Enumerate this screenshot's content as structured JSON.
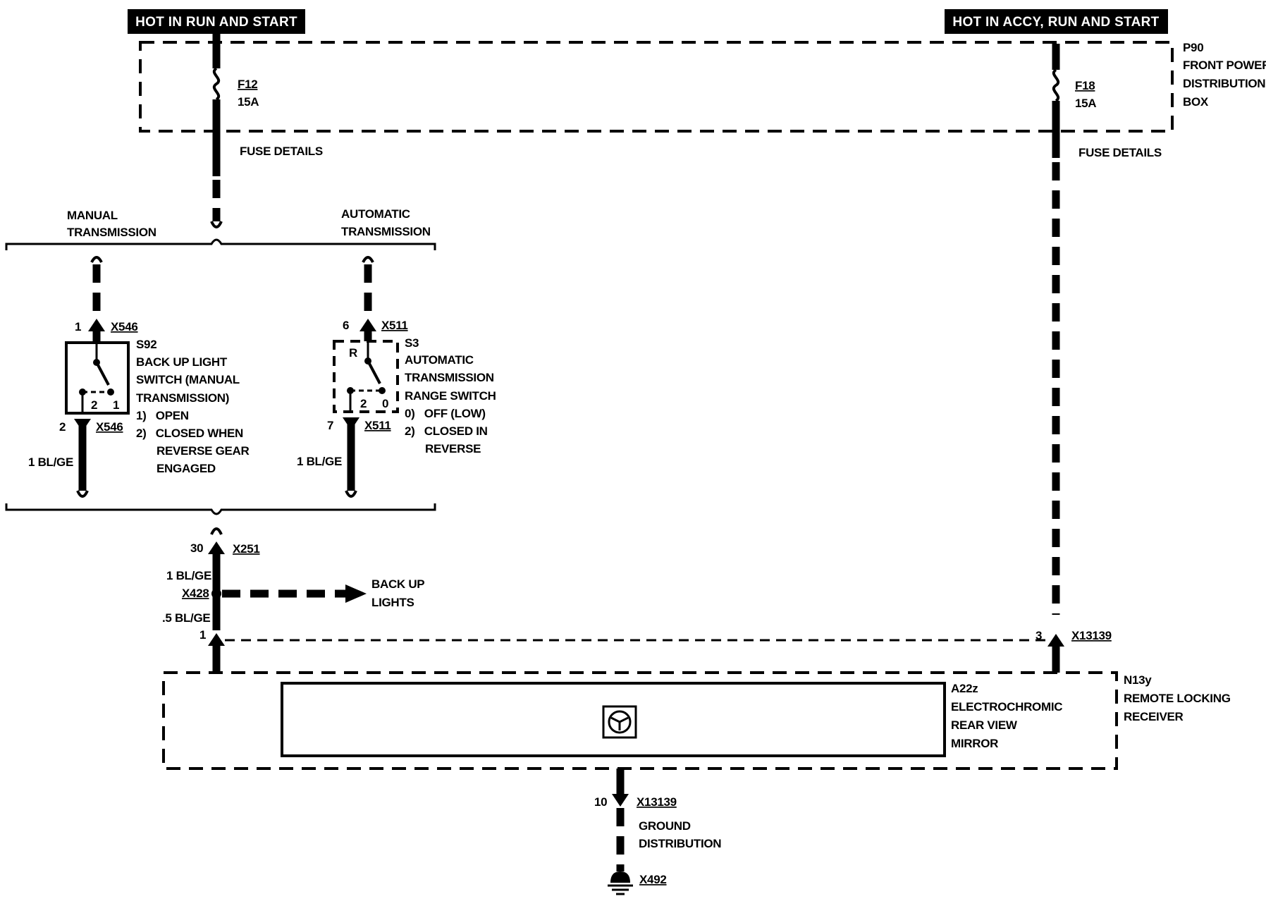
{
  "headers": {
    "left": "HOT IN RUN AND START",
    "right": "HOT IN ACCY, RUN AND START"
  },
  "power_box": {
    "id": "P90",
    "name_line1": "FRONT POWER",
    "name_line2": "DISTRIBUTION",
    "name_line3": "BOX"
  },
  "fuses": {
    "left_id": "F12",
    "left_rating": "15A",
    "right_id": "F18",
    "right_rating": "15A",
    "details": "FUSE DETAILS"
  },
  "variants": {
    "manual_line1": "MANUAL",
    "manual_line2": "TRANSMISSION",
    "auto_line1": "AUTOMATIC",
    "auto_line2": "TRANSMISSION"
  },
  "switch_manual": {
    "pin_top": "1",
    "conn_top": "X546",
    "id": "S92",
    "desc1": "BACK UP LIGHT",
    "desc2": "SWITCH (MANUAL",
    "desc3": "TRANSMISSION)",
    "state1": "1)   OPEN",
    "state2": "2)   CLOSED WHEN",
    "state3": "REVERSE GEAR",
    "state4": "ENGAGED",
    "pos_a": "2",
    "pos_b": "1",
    "pin_bottom": "2",
    "conn_bottom": "X546",
    "wire": "1 BL/GE"
  },
  "switch_auto": {
    "pin_top": "6",
    "conn_top": "X511",
    "id": "S3",
    "desc1": "AUTOMATIC",
    "desc2": "TRANSMISSION",
    "desc3": "RANGE SWITCH",
    "mark_r": "R",
    "state1": "0)   OFF (LOW)",
    "state2": "2)   CLOSED IN",
    "state3": "REVERSE",
    "pos_a": "2",
    "pos_b": "0",
    "pin_bottom": "7",
    "conn_bottom": "X511",
    "wire": "1 BL/GE"
  },
  "junction": {
    "pin": "30",
    "conn": "X251",
    "wire1": "1 BL/GE",
    "splice": "X428",
    "wire2": ".5 BL/GE",
    "pin_module": "1",
    "branch_line1": "BACK UP",
    "branch_line2": "LIGHTS"
  },
  "right_conn": {
    "pin": "3",
    "conn": "X13139"
  },
  "module": {
    "id": "N13y",
    "name_line1": "REMOTE LOCKING",
    "name_line2": "RECEIVER",
    "mirror_id": "A22z",
    "mirror_line1": "ELECTROCHROMIC",
    "mirror_line2": "REAR VIEW",
    "mirror_line3": "MIRROR"
  },
  "ground": {
    "pin": "10",
    "conn": "X13139",
    "line1": "GROUND",
    "line2": "DISTRIBUTION",
    "point": "X492"
  }
}
